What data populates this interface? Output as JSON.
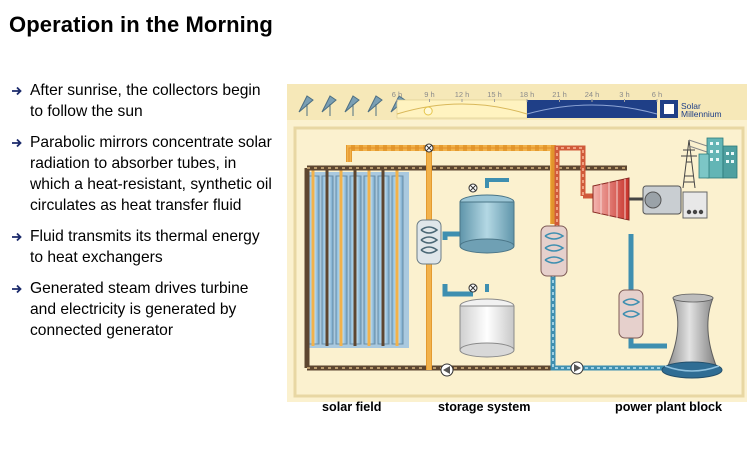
{
  "title": "Operation in the Morning",
  "bullets": [
    "After sunrise, the collectors begin to follow the sun",
    "Parabolic mirrors concentrate solar radiation to absorber tubes, in which a heat-resistant, synthetic oil circulates as heat transfer fluid",
    "Fluid transmits its thermal energy to heat exchangers",
    "Generated steam drives turbine and electricity is generated by connected generator"
  ],
  "timeline": {
    "hours": [
      "6 h",
      "9 h",
      "12 h",
      "15 h",
      "18 h",
      "21 h",
      "24 h",
      "3 h",
      "6 h"
    ],
    "current_time_fraction": 0.12
  },
  "logo": {
    "line1": "Solar",
    "line2": "Millennium"
  },
  "section_labels": {
    "solar_field": "solar field",
    "storage_system": "storage system",
    "power_plant_block": "power plant block"
  },
  "colors": {
    "background": "#fbf1cf",
    "hot_oil": "#f2b24b",
    "cold_oil": "#5d4630",
    "steam": "#d05a3a",
    "water": "#3e8fb0",
    "night_bar": "#1f3f87",
    "day_bar": "#fff3c0"
  }
}
